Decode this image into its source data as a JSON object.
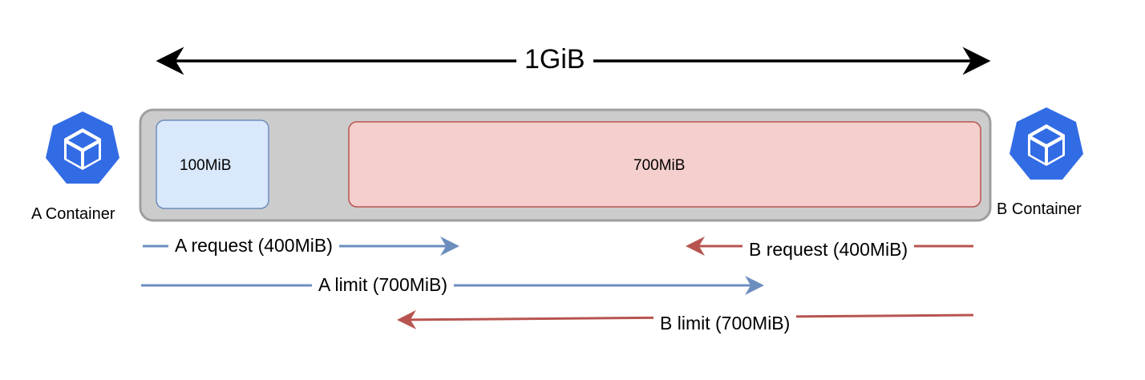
{
  "diagram": {
    "title": "1GiB",
    "blocks": {
      "a_block": "100MiB",
      "b_block": "700MiB"
    },
    "containers": {
      "a": "A Container",
      "b": "B Container"
    },
    "arrows": {
      "a_request": "A request (400MiB)",
      "b_request": "B request (400MiB)",
      "a_limit": "A limit (700MiB)",
      "b_limit": "B limit (700MiB)"
    },
    "icons": {
      "a": "kubernetes-container-icon",
      "b": "kubernetes-container-icon"
    },
    "colors": {
      "outer_fill": "#cccccc",
      "outer_stroke": "#9e9e9e",
      "a_fill": "#dae8fc",
      "a_stroke": "#6c8ebf",
      "b_fill": "#f4cfcd",
      "b_stroke": "#b85450",
      "blue_arrow": "#6c8ebf",
      "red_arrow": "#b85450",
      "icon": "#326ce5"
    }
  }
}
